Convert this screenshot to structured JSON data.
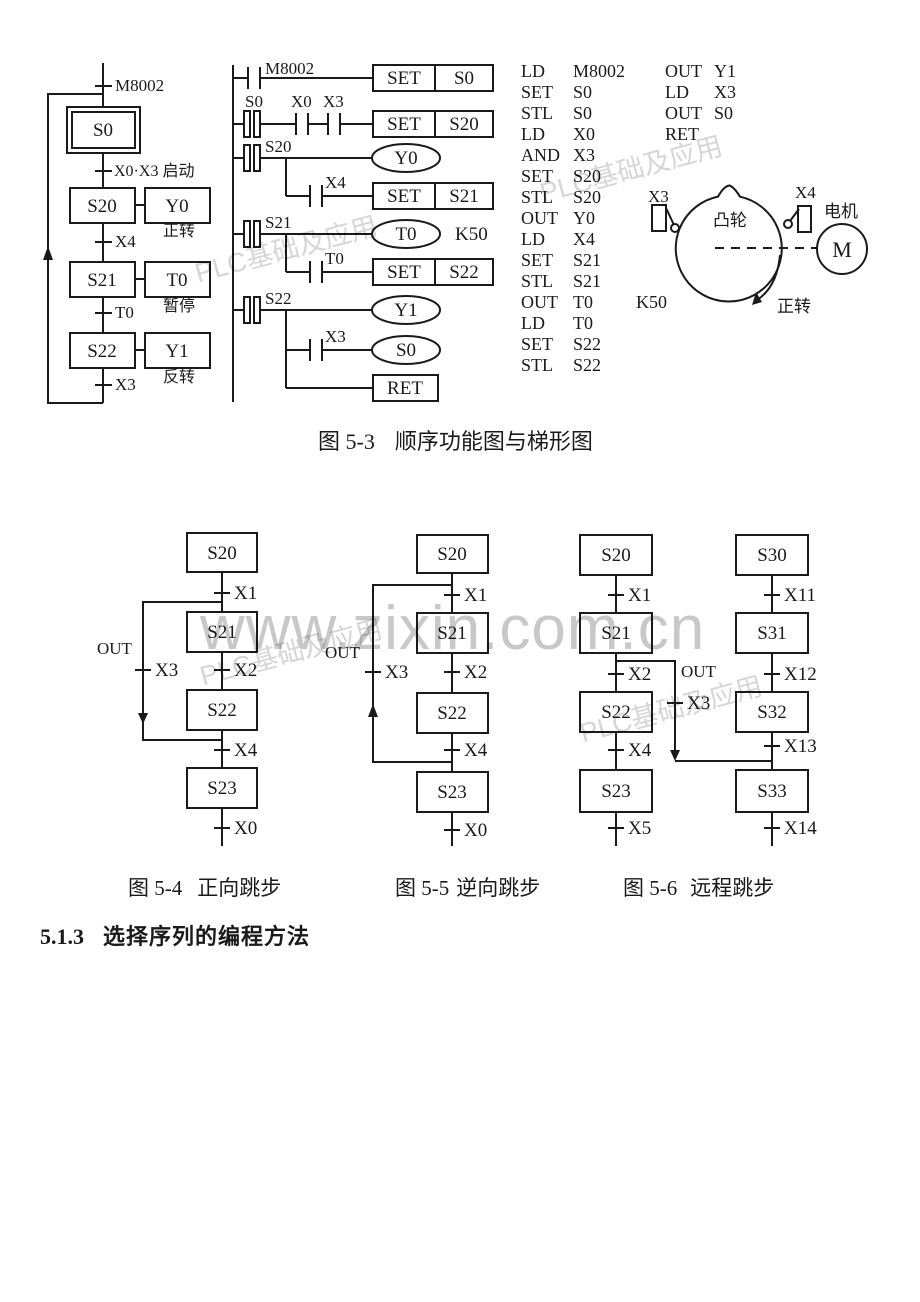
{
  "watermarks": {
    "site": "www.zixin.com.cn",
    "diagonal": "PLC基础及应用"
  },
  "heading": {
    "number": "5.1.3",
    "title": "选择序列的编程方法"
  },
  "fig53": {
    "caption_no": "图 5-3",
    "caption_title": "顺序功能图与梯形图",
    "sfc": {
      "m8002": "M8002",
      "s0": "S0",
      "start_trans": "X0·X3 启动",
      "s20": "S20",
      "y0": "Y0",
      "y0_note": "正转",
      "x4": "X4",
      "s21": "S21",
      "t0": "T0",
      "t0_note": "暂停",
      "t0_trans": "T0",
      "s22": "S22",
      "y1": "Y1",
      "y1_note": "反转",
      "x3": "X3"
    },
    "ladder": {
      "c_m8002": "M8002",
      "box1": [
        "SET",
        "S0"
      ],
      "stl2": "S0",
      "c_x0": "X0",
      "c_x3": "X3",
      "box2": [
        "SET",
        "S20"
      ],
      "stl3": "S20",
      "coil3": "Y0",
      "c_x4": "X4",
      "box3": [
        "SET",
        "S21"
      ],
      "stl4": "S21",
      "coil4": "T0",
      "k50": "K50",
      "c_t0": "T0",
      "box4": [
        "SET",
        "S22"
      ],
      "stl5": "S22",
      "coil5": "Y1",
      "c_x3b": "X3",
      "coil6": "S0",
      "ret": "RET"
    },
    "program": {
      "left": [
        [
          "LD",
          "M8002",
          ""
        ],
        [
          "SET",
          "S0",
          ""
        ],
        [
          "STL",
          "S0",
          ""
        ],
        [
          "LD",
          "X0",
          ""
        ],
        [
          "AND",
          "X3",
          ""
        ],
        [
          "SET",
          "S20",
          ""
        ],
        [
          "STL",
          "S20",
          ""
        ],
        [
          "OUT",
          "Y0",
          ""
        ],
        [
          "LD",
          "X4",
          ""
        ],
        [
          "SET",
          "S21",
          ""
        ],
        [
          "STL",
          "S21",
          ""
        ],
        [
          "OUT",
          "T0",
          "K50"
        ],
        [
          "LD",
          "T0",
          ""
        ],
        [
          "SET",
          "S22",
          ""
        ],
        [
          "STL",
          "S22",
          ""
        ]
      ],
      "right": [
        [
          "OUT",
          "Y1"
        ],
        [
          "LD",
          "X3"
        ],
        [
          "OUT",
          "S0"
        ],
        [
          "RET",
          ""
        ]
      ]
    },
    "machine": {
      "x3": "X3",
      "x4": "X4",
      "cam": "凸轮",
      "motor_name": "电机",
      "m": "M",
      "rotation": "正转"
    }
  },
  "fig54": {
    "caption_no": "图 5-4",
    "caption_title": "正向跳步",
    "steps": [
      "S20",
      "S21",
      "S22",
      "S23"
    ],
    "transitions": [
      "X1",
      "X2",
      "X4",
      "X0"
    ],
    "out": "OUT",
    "jump_t": "X3"
  },
  "fig55": {
    "caption_no": "图 5-5",
    "caption_title": "逆向跳步",
    "steps": [
      "S20",
      "S21",
      "S22",
      "S23"
    ],
    "transitions": [
      "X1",
      "X2",
      "X4",
      "X0"
    ],
    "out": "OUT",
    "jump_t": "X3"
  },
  "fig56": {
    "caption_no": "图 5-6",
    "caption_title": "远程跳步",
    "left_steps": [
      "S20",
      "S21",
      "S22",
      "S23"
    ],
    "left_transitions": [
      "X1",
      "X2",
      "X4",
      "X5"
    ],
    "right_steps": [
      "S30",
      "S31",
      "S32",
      "S33"
    ],
    "right_transitions": [
      "X11",
      "X12",
      "X13",
      "X14"
    ],
    "out": "OUT",
    "jump_t": "X3"
  }
}
